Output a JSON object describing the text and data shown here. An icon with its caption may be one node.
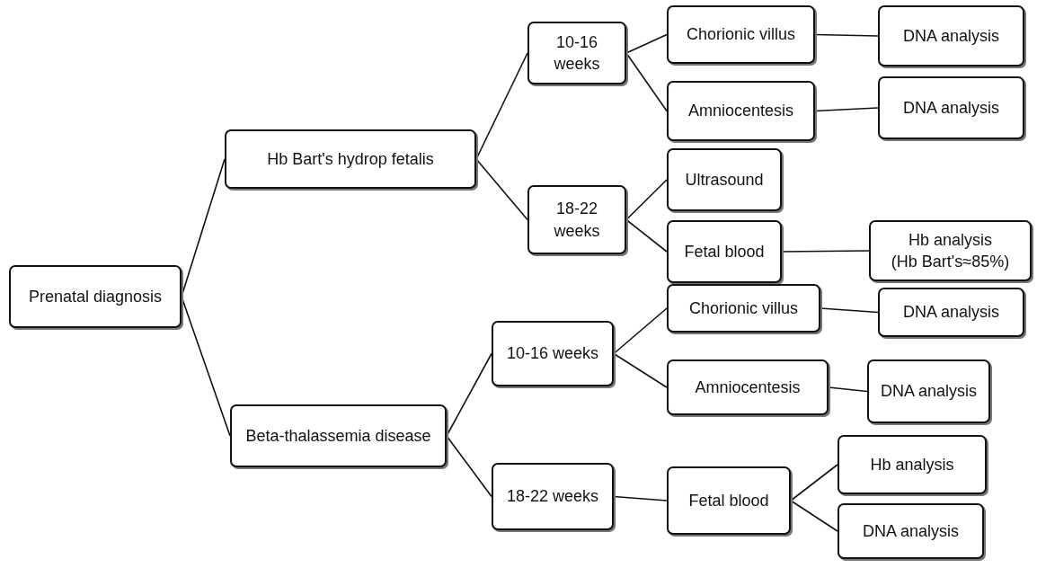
{
  "diagram": {
    "nodes": [
      {
        "text": [
          "Prenatal diagnosis"
        ]
      },
      {
        "text": [
          "Hb Bart's hydrop fetalis"
        ]
      },
      {
        "text": [
          "10-16 weeks"
        ]
      },
      {
        "text": [
          "Chorionic villus"
        ]
      },
      {
        "text": [
          "DNA analysis"
        ]
      },
      {
        "text": [
          "Amniocentesis"
        ]
      },
      {
        "text": [
          "DNA analysis"
        ]
      },
      {
        "text": [
          "18-22 weeks"
        ]
      },
      {
        "text": [
          "Ultrasound"
        ]
      },
      {
        "text": [
          "Fetal blood"
        ]
      },
      {
        "text": [
          "Hb analysis",
          "(Hb Bart's≈85%)"
        ]
      },
      {
        "text": [
          "Beta-thalassemia disease"
        ]
      },
      {
        "text": [
          "10-16 weeks"
        ]
      },
      {
        "text": [
          "Chorionic villus"
        ]
      },
      {
        "text": [
          "DNA analysis"
        ]
      },
      {
        "text": [
          "Amniocentesis"
        ]
      },
      {
        "text": [
          "DNA analysis"
        ]
      },
      {
        "text": [
          "18-22 weeks"
        ]
      },
      {
        "text": [
          "Fetal blood"
        ]
      },
      {
        "text": [
          "Hb analysis"
        ]
      },
      {
        "text": [
          "DNA analysis"
        ]
      }
    ],
    "edges": [
      {
        "from": 0,
        "to": 1,
        "arrow": "none"
      },
      {
        "from": 0,
        "to": 11,
        "arrow": "none"
      },
      {
        "from": 1,
        "to": 2,
        "arrow": "none"
      },
      {
        "from": 1,
        "to": 7,
        "arrow": "none"
      },
      {
        "from": 2,
        "to": 3,
        "arrow": "none"
      },
      {
        "from": 2,
        "to": 5,
        "arrow": "none"
      },
      {
        "from": 3,
        "to": 4,
        "arrow": "none"
      },
      {
        "from": 5,
        "to": 6,
        "arrow": "none"
      },
      {
        "from": 7,
        "to": 8,
        "arrow": "none"
      },
      {
        "from": 7,
        "to": 9,
        "arrow": "none"
      },
      {
        "from": 9,
        "to": 10,
        "arrow": "none"
      },
      {
        "from": 11,
        "to": 12,
        "arrow": "none"
      },
      {
        "from": 11,
        "to": 17,
        "arrow": "none"
      },
      {
        "from": 12,
        "to": 13,
        "arrow": "none"
      },
      {
        "from": 12,
        "to": 15,
        "arrow": "none"
      },
      {
        "from": 13,
        "to": 14,
        "arrow": "none"
      },
      {
        "from": 15,
        "to": 16,
        "arrow": "none"
      },
      {
        "from": 17,
        "to": 18,
        "arrow": "none"
      },
      {
        "from": 18,
        "to": 19,
        "arrow": "none"
      },
      {
        "from": 18,
        "to": 20,
        "arrow": "none"
      }
    ]
  }
}
